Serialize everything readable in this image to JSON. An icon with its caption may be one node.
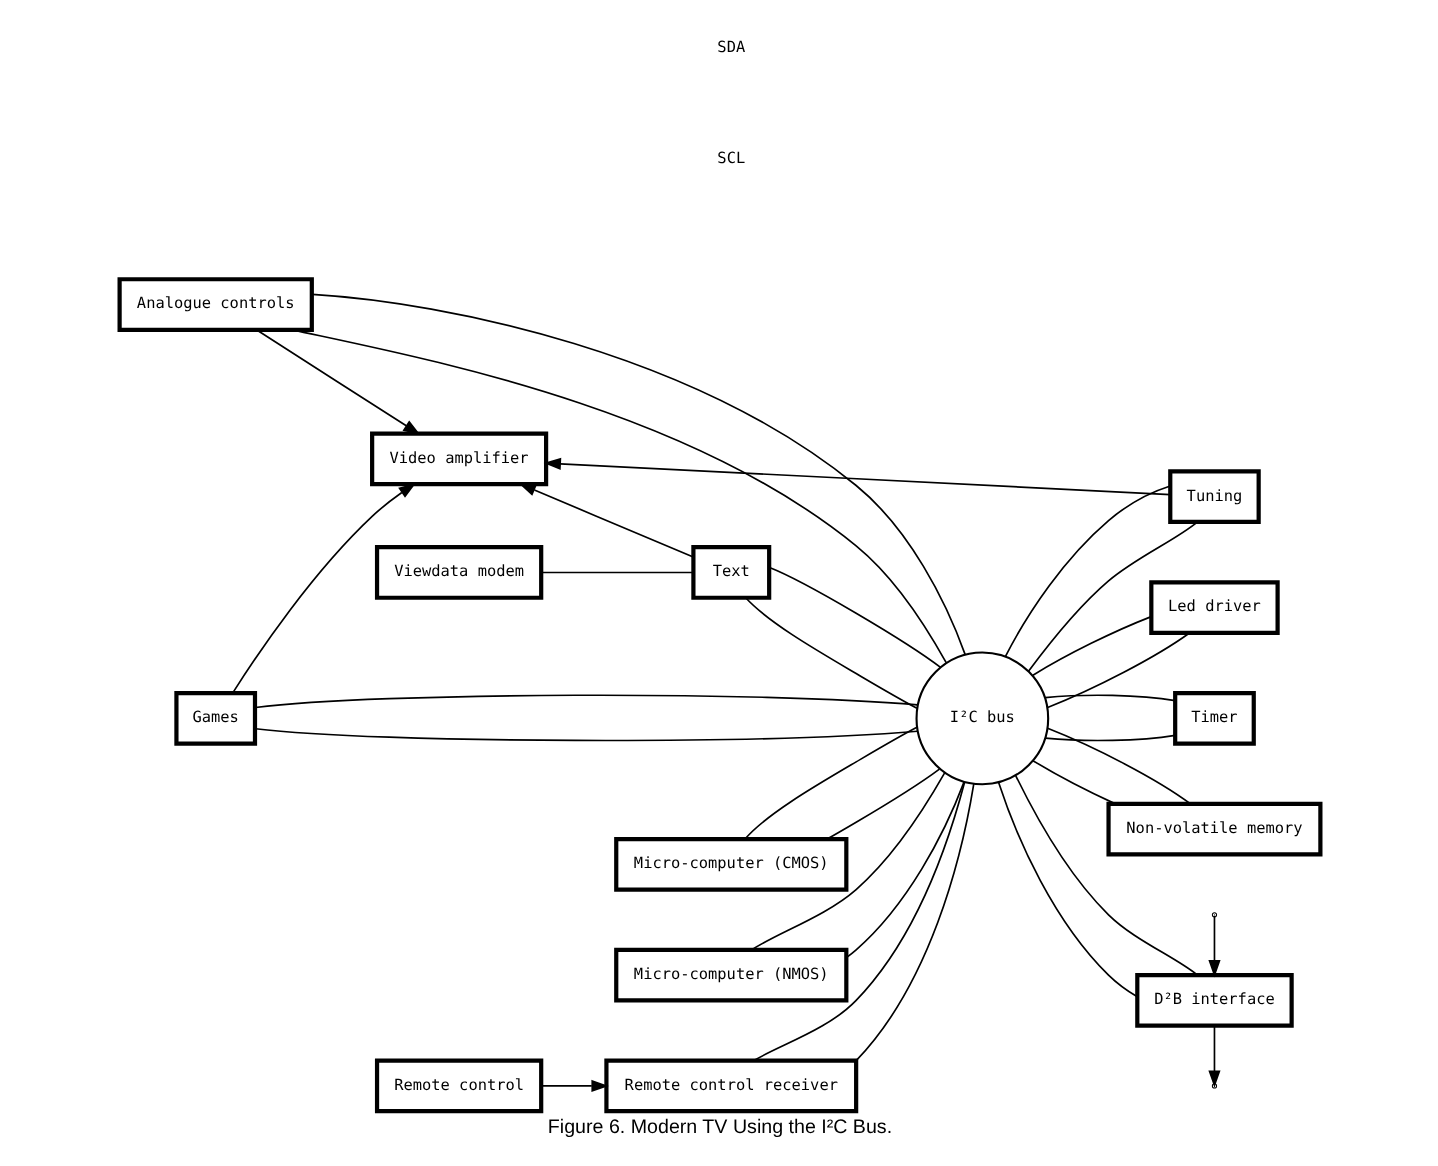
{
  "diagram": {
    "caption": "Figure 6. Modern TV Using the I²C Bus.",
    "nodes": [
      {
        "text": [
          "Video amplifier"
        ]
      },
      {
        "text": [
          "Micro-computer (NMOS)"
        ]
      },
      {
        "text": [
          "Tuning"
        ]
      },
      {
        "text": [
          "Analogue controls"
        ]
      },
      {
        "text": [
          "Led driver"
        ]
      },
      {
        "text": [
          "Games"
        ]
      },
      {
        "text": [
          "I²C bus"
        ]
      },
      {
        "text": [
          "Timer"
        ]
      },
      {
        "text": [
          "Viewdata modem"
        ]
      },
      {
        "text": [
          "Text"
        ]
      },
      {
        "text": [
          "Non-volatile memory"
        ]
      },
      {
        "text": [
          "Remote control"
        ]
      },
      {
        "text": [
          "Remote control receiver"
        ]
      },
      {
        "text": [
          "Micro-computer (CMOS)"
        ]
      },
      {
        "text": [
          "D²B interface"
        ]
      }
    ],
    "edges": [
      {
        "from": 2,
        "to": 0,
        "arrow": "to"
      },
      {
        "from": 3,
        "to": 0,
        "arrow": "to"
      },
      {
        "from": 5,
        "to": 0,
        "arrow": "to"
      },
      {
        "from": 9,
        "to": 0,
        "arrow": "to"
      },
      {
        "from": 8,
        "to": 9,
        "arrow": "none"
      },
      {
        "from": 11,
        "to": 12,
        "arrow": "to"
      },
      {
        "from": 3,
        "to": 6,
        "arrow": "none"
      },
      {
        "from": 3,
        "to": 6,
        "arrow": "none"
      },
      {
        "from": 5,
        "to": 6,
        "arrow": "none"
      },
      {
        "from": 5,
        "to": 6,
        "arrow": "none"
      },
      {
        "from": 9,
        "to": 6,
        "arrow": "none"
      },
      {
        "from": 9,
        "to": 6,
        "arrow": "none"
      },
      {
        "from": 12,
        "to": 6,
        "arrow": "none"
      },
      {
        "from": 12,
        "to": 6,
        "arrow": "none"
      },
      {
        "from": 1,
        "to": 6,
        "arrow": "none"
      },
      {
        "from": 1,
        "to": 6,
        "arrow": "none"
      },
      {
        "from": 13,
        "to": 6,
        "arrow": "none"
      },
      {
        "from": 13,
        "to": 6,
        "arrow": "none"
      },
      {
        "from": 6,
        "to": 2,
        "arrow": "none"
      },
      {
        "from": 6,
        "to": 2,
        "arrow": "none"
      },
      {
        "from": 6,
        "to": 4,
        "arrow": "none"
      },
      {
        "from": 6,
        "to": 4,
        "arrow": "none"
      },
      {
        "from": 6,
        "to": 7,
        "arrow": "none"
      },
      {
        "from": 6,
        "to": 7,
        "arrow": "none"
      },
      {
        "from": 6,
        "to": 10,
        "arrow": "none"
      },
      {
        "from": 6,
        "to": 10,
        "arrow": "none"
      },
      {
        "from": 6,
        "to": 14,
        "arrow": "none"
      },
      {
        "from": 6,
        "to": 14,
        "arrow": "none"
      },
      {
        "from": null,
        "to": 14,
        "arrow": "to"
      },
      {
        "from": 14,
        "to": null,
        "arrow": "to"
      }
    ],
    "labels": [
      "SCL",
      "SDA"
    ]
  }
}
